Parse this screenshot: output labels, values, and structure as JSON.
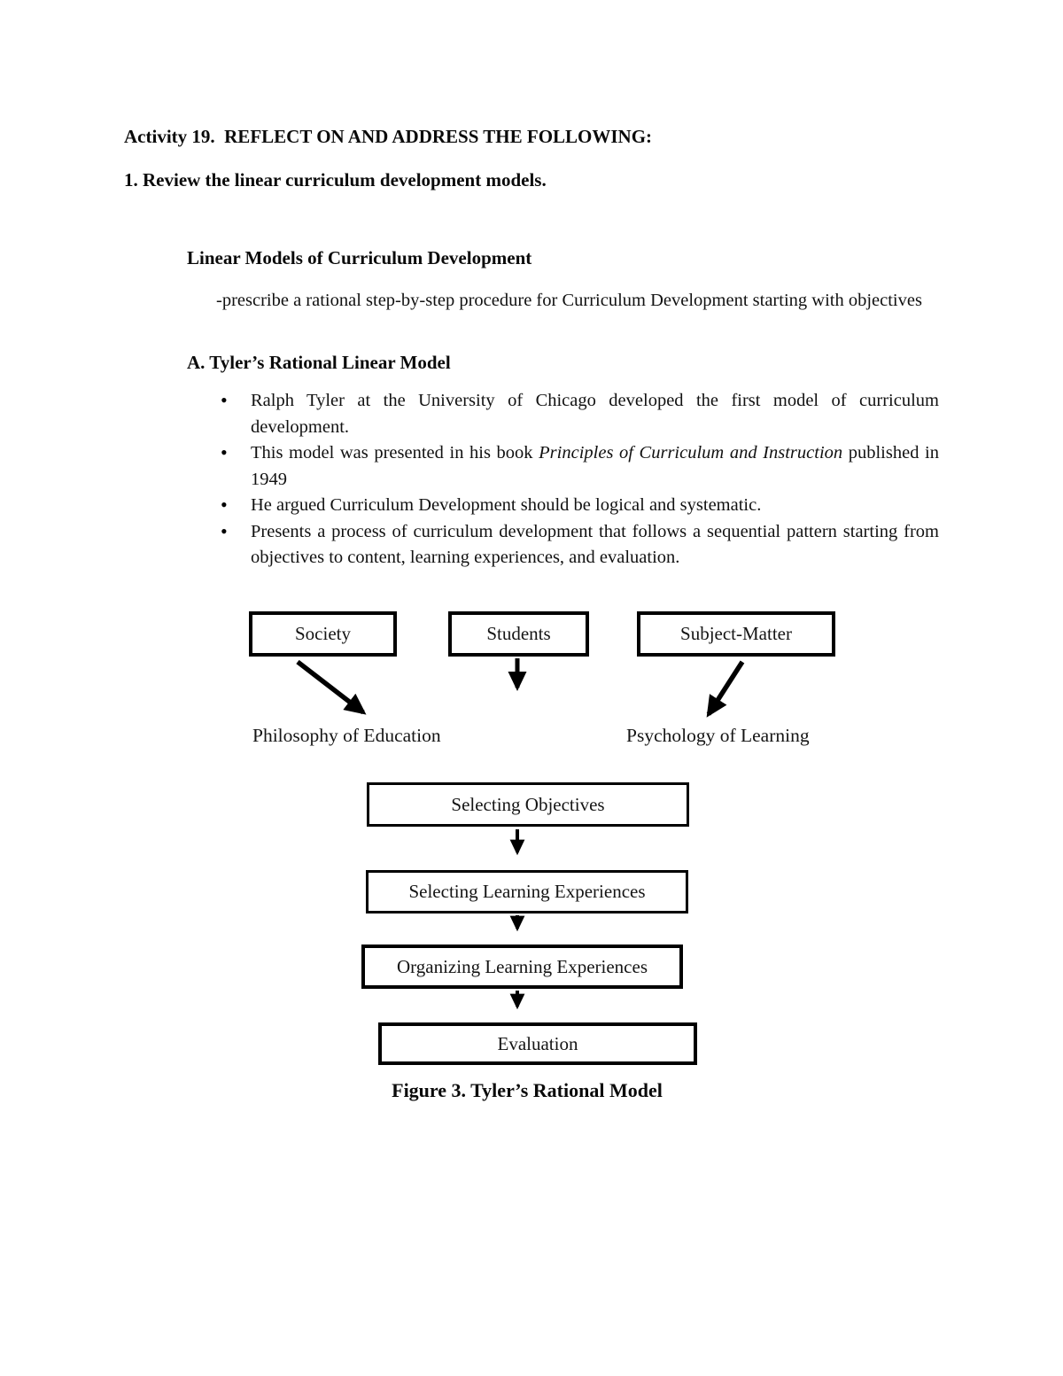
{
  "document": {
    "heading1": "Activity 19.  REFLECT ON AND ADDRESS THE FOLLOWING:",
    "heading2": "1. Review the linear curriculum development models.",
    "section_title": "Linear Models of Curriculum Development",
    "description": "-prescribe a rational step-by-step procedure for Curriculum Development starting with objectives",
    "subsection_title": "A. Tyler’s Rational Linear Model",
    "bullets": [
      {
        "text": "Ralph Tyler at the University of Chicago developed the first model of curriculum development."
      },
      {
        "before": "This model was presented in his book ",
        "italic": "Principles of Curriculum and Instruction",
        "after": " published in 1949"
      },
      {
        "text": "He argued Curriculum Development should be logical and systematic."
      },
      {
        "text": "Presents a process of curriculum development that follows a sequential pattern starting from objectives to content, learning experiences, and evaluation."
      }
    ]
  },
  "diagram": {
    "sources": [
      {
        "label": "Society"
      },
      {
        "label": "Students"
      },
      {
        "label": "Subject-Matter"
      }
    ],
    "screens": [
      {
        "label": "Philosophy of Education"
      },
      {
        "label": "Psychology of Learning"
      }
    ],
    "steps": [
      {
        "label": "Selecting Objectives"
      },
      {
        "label": "Selecting Learning Experiences"
      },
      {
        "label": "Organizing Learning Experiences"
      },
      {
        "label": "Evaluation"
      }
    ],
    "connections": [
      {
        "from": "Society",
        "to": "Philosophy of Education"
      },
      {
        "from": "Students",
        "to": "down"
      },
      {
        "from": "Subject-Matter",
        "to": "Psychology of Learning"
      },
      {
        "from": "Selecting Objectives",
        "to": "Selecting Learning Experiences"
      },
      {
        "from": "Selecting Learning Experiences",
        "to": "Organizing Learning Experiences"
      },
      {
        "from": "Organizing Learning Experiences",
        "to": "Evaluation"
      }
    ],
    "caption": "Figure 3. Tyler’s Rational Model",
    "line_color": "#000000"
  }
}
